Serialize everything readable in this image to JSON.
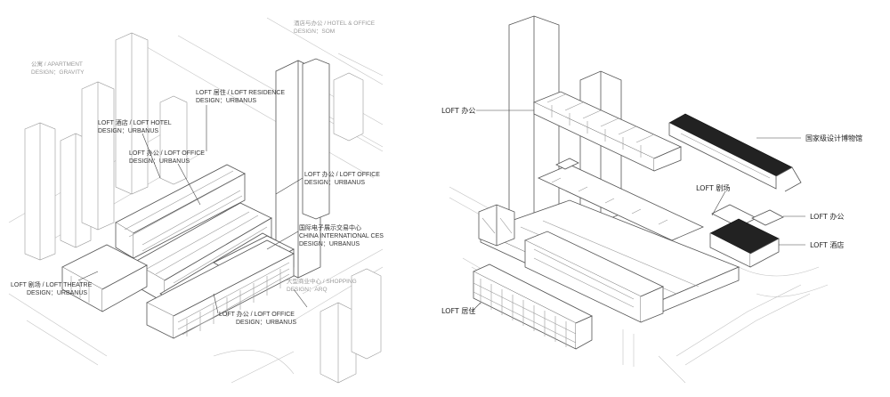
{
  "left": {
    "labels": {
      "hotel_office_top": "酒店与办公 / HOTEL & OFFICE",
      "hotel_office_top_design": "DESIGN：SOM",
      "apartment": "公寓 / APARTMENT",
      "apartment_design": "DESIGN：GRAVITY",
      "residence": "LOFT 居住 / LOFT RESIDENCE",
      "residence_design": "DESIGN：URBANUS",
      "hotel": "LOFT 酒店 / LOFT HOTEL",
      "hotel_design": "DESIGN：URBANUS",
      "office1": "LOFT 办公 / LOFT OFFICE",
      "office1_design": "DESIGN：URBANUS",
      "office2": "LOFT 办公 / LOFT OFFICE",
      "office2_design": "DESIGN：URBANUS",
      "ces_cn": "国际电子展示交易中心",
      "ces_en": "CHINA INTERNATIONAL CES",
      "ces_design": "DESIGN：URBANUS",
      "theatre": "LOFT 剧场 / LOFT THEATRE",
      "theatre_design": "DESIGN：URBANUS",
      "shopping": "大型商业中心 / SHOPPING",
      "shopping_design": "DESIGN：ARQ",
      "office3": "LOFT 办公 / LOFT OFFICE",
      "office3_design": "DESIGN：URBANUS"
    }
  },
  "right": {
    "labels": {
      "office_left": "LOFT 办公",
      "museum": "国家级设计博物馆",
      "theatre": "LOFT 剧场",
      "office_right": "LOFT 办公",
      "hotel": "LOFT 酒店",
      "residence": "LOFT 居住"
    }
  },
  "colors": {
    "line": "#555555",
    "light_line": "#c4c4c4",
    "dark_mass": "#222222"
  }
}
